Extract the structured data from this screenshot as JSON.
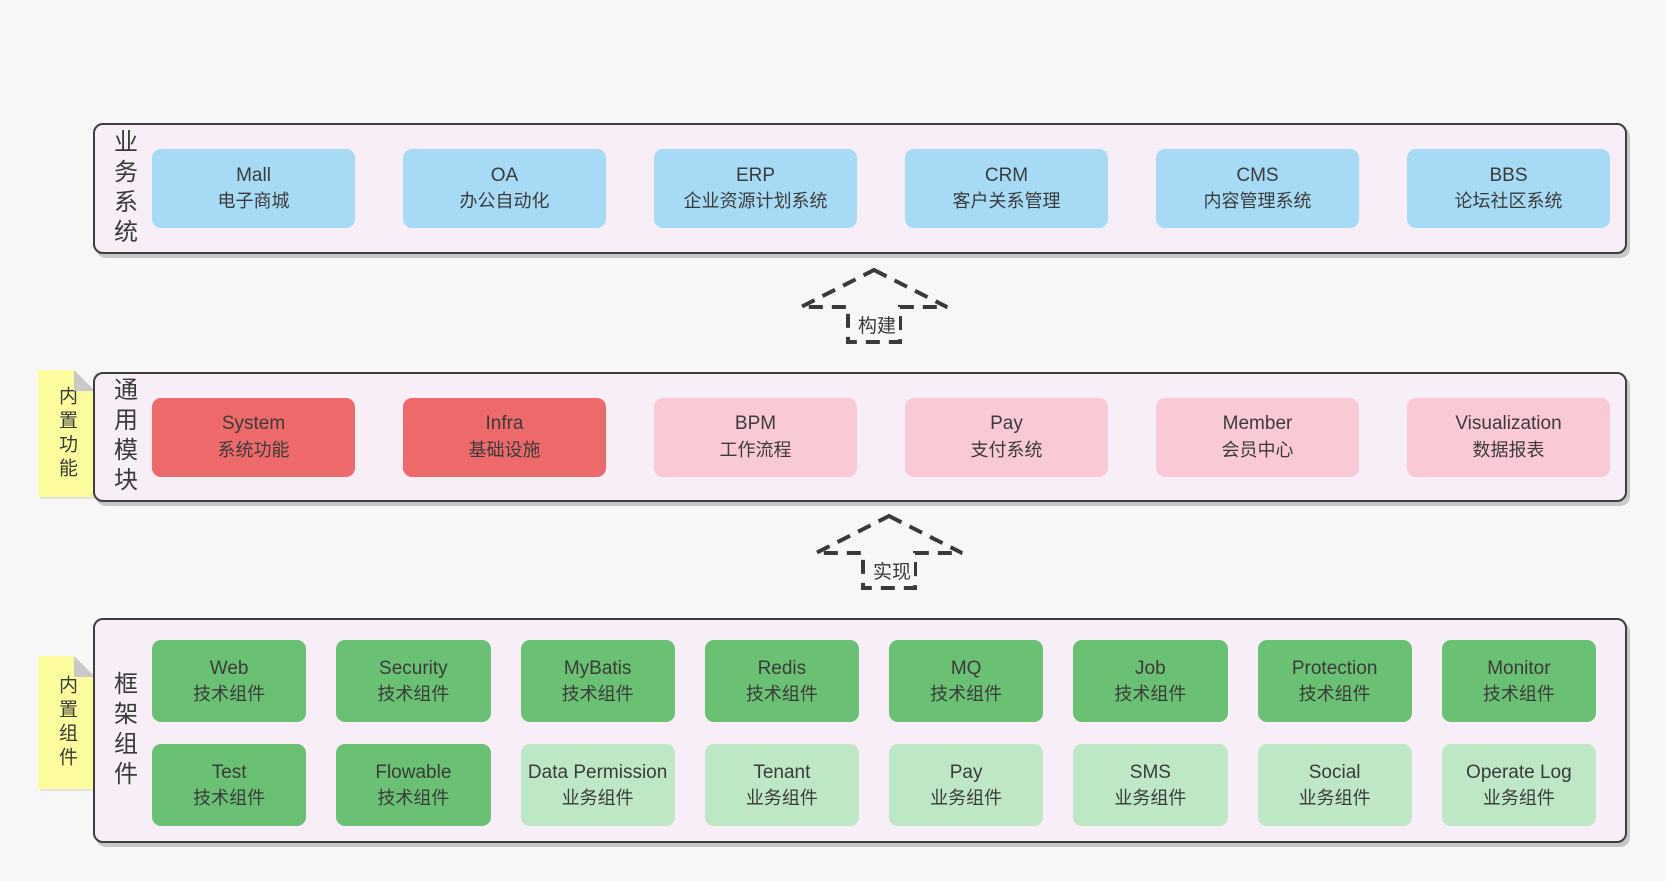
{
  "layers": {
    "business": {
      "label": "业务系统",
      "boxes": [
        {
          "name": "Mall",
          "desc": "电子商城"
        },
        {
          "name": "OA",
          "desc": "办公自动化"
        },
        {
          "name": "ERP",
          "desc": "企业资源计划系统"
        },
        {
          "name": "CRM",
          "desc": "客户关系管理"
        },
        {
          "name": "CMS",
          "desc": "内容管理系统"
        },
        {
          "name": "BBS",
          "desc": "论坛社区系统"
        }
      ]
    },
    "modules": {
      "label": "通用模块",
      "sticky_note": "内置功能",
      "boxes": [
        {
          "name": "System",
          "desc": "系统功能"
        },
        {
          "name": "Infra",
          "desc": "基础设施"
        },
        {
          "name": "BPM",
          "desc": "工作流程"
        },
        {
          "name": "Pay",
          "desc": "支付系统"
        },
        {
          "name": "Member",
          "desc": "会员中心"
        },
        {
          "name": "Visualization",
          "desc": "数据报表"
        }
      ]
    },
    "framework": {
      "label": "框架组件",
      "sticky_note": "内置组件",
      "row1": [
        {
          "name": "Web",
          "desc": "技术组件"
        },
        {
          "name": "Security",
          "desc": "技术组件"
        },
        {
          "name": "MyBatis",
          "desc": "技术组件"
        },
        {
          "name": "Redis",
          "desc": "技术组件"
        },
        {
          "name": "MQ",
          "desc": "技术组件"
        },
        {
          "name": "Job",
          "desc": "技术组件"
        },
        {
          "name": "Protection",
          "desc": "技术组件"
        },
        {
          "name": "Monitor",
          "desc": "技术组件"
        }
      ],
      "row2": [
        {
          "name": "Test",
          "desc": "技术组件"
        },
        {
          "name": "Flowable",
          "desc": "技术组件"
        },
        {
          "name": "Data Permission",
          "desc": "业务组件"
        },
        {
          "name": "Tenant",
          "desc": "业务组件"
        },
        {
          "name": "Pay",
          "desc": "业务组件"
        },
        {
          "name": "SMS",
          "desc": "业务组件"
        },
        {
          "name": "Social",
          "desc": "业务组件"
        },
        {
          "name": "Operate Log",
          "desc": "业务组件"
        }
      ]
    }
  },
  "arrows": [
    {
      "label": "构建"
    },
    {
      "label": "实现"
    }
  ],
  "colors": {
    "page_bg": "#f7f7f7",
    "container_bg": "#f8eef7",
    "container_border": "#3e3d42",
    "box_blue": "#a7dbf5",
    "box_red": "#ee6a6a",
    "box_pink": "#fac9d6",
    "box_green": "#6ac173",
    "box_green_light": "#bee7c5",
    "sticky_yellow": "#fcfc9f",
    "fold_gray": "#c9c9c9",
    "text": "#3b3b3b"
  }
}
